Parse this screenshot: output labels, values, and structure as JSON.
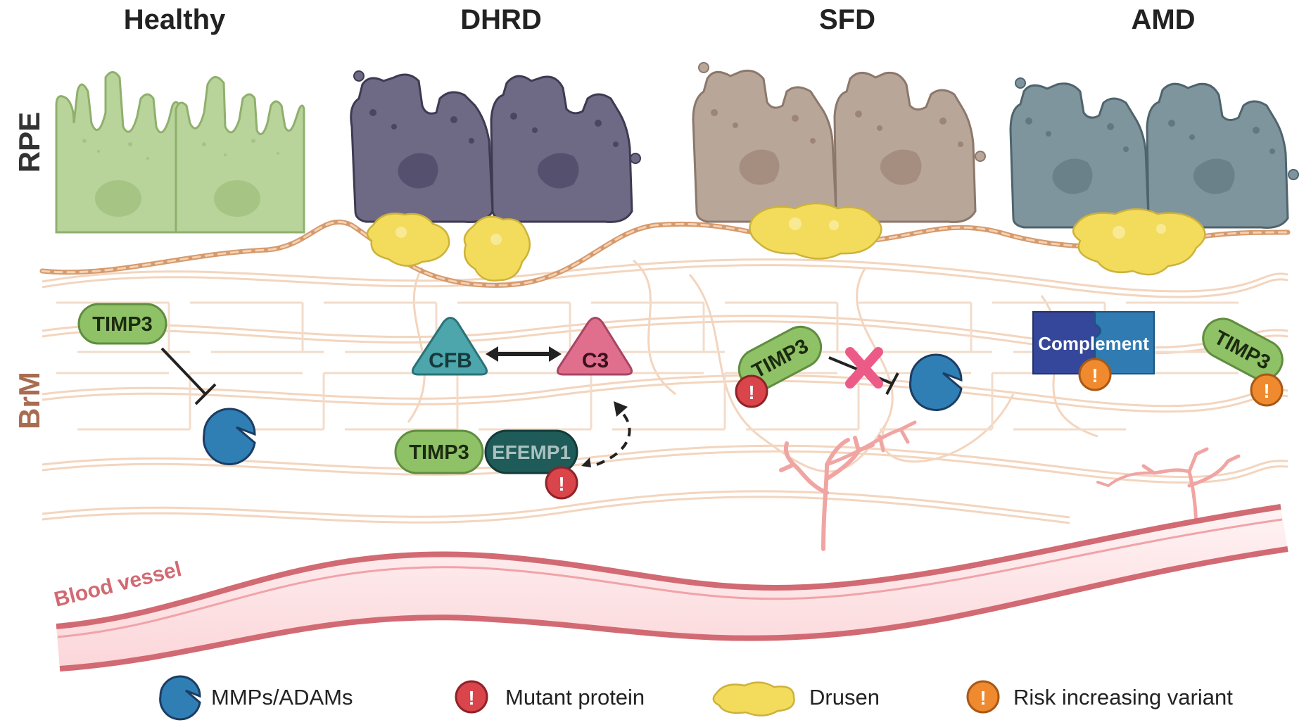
{
  "columns": [
    "Healthy",
    "DHRD",
    "SFD",
    "AMD"
  ],
  "side_labels": {
    "rpe": "RPE",
    "brm": "BrM"
  },
  "vessel_label": "Blood vessel",
  "proteins": {
    "timp3": "TIMP3",
    "cfb": "CFB",
    "c3": "C3",
    "efemp1": "EFEMP1",
    "complement": "Complement"
  },
  "legend": {
    "mmps": "MMPs/ADAMs",
    "mutant": "Mutant protein",
    "drusen": "Drusen",
    "risk": "Risk increasing variant"
  },
  "colors": {
    "healthy_cell": "#b8d49a",
    "dhrd_cell": "#6e6a85",
    "sfd_cell": "#b8a699",
    "amd_cell": "#7f959e",
    "drusen": "#f3dc5c",
    "mmp": "#2f7fb5",
    "mutant": "#d9454b",
    "risk": "#f08a2e",
    "timp3": "#8fc166",
    "efemp1": "#1f5b58",
    "cfb": "#4ca6ac",
    "c3": "#e06f8e",
    "complement_left": "#35479a",
    "complement_right": "#2f7bb2",
    "vessel": "#d26a73",
    "vessel_fill": "#fde4e6",
    "fibers": "#f0c9a9",
    "rpe_label": "#333333",
    "brm_label": "#a86d50"
  }
}
